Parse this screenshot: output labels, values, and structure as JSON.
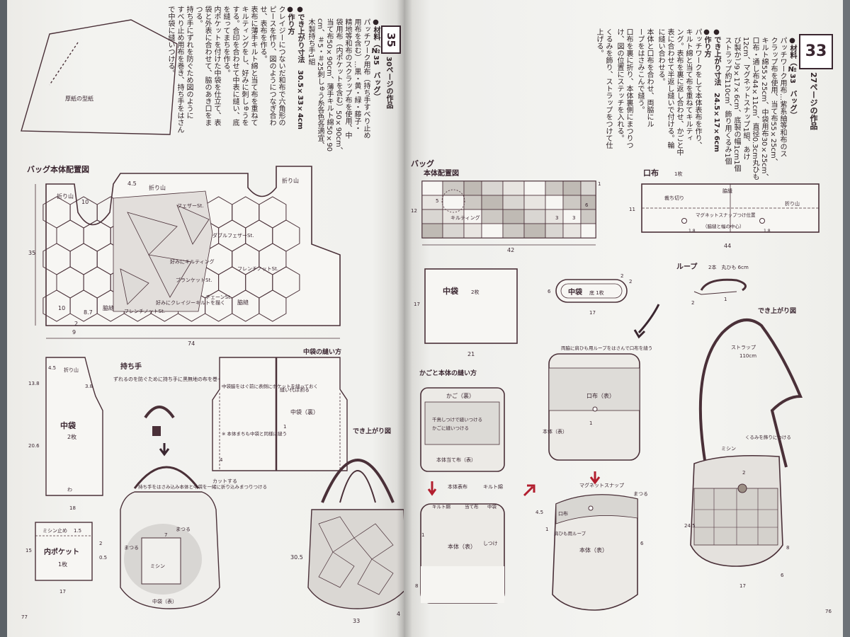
{
  "left_page": {
    "section_number": "35",
    "section_title": "30ページの作品",
    "page_number": "77",
    "text_columns": [
      "●材料（№35　バッグ）",
      "パッチワーク用布（持ち手すべり止め",
      "用布を含む）…黒・黄・緑・藤子・",
      "精地等和布のスクラップ布を使用、中",
      "袋用布（内ポケットを含む）50×90cm、",
      "当て布50×90cm、薄手キルト綿50×90",
      "cm、＃5・＃25刺しゅう糸各色各適宜、",
      "木製持ち手1組",
      "●でき上がり寸法　30.5×33×4cm",
      "●作り方",
      "クレイジーにつないだ和布で六角形の",
      "ピースを作り、図のようにつなぎ合わ",
      "せ、表布を作る。",
      "表布に薄手キルト綿と当て布を重ねて",
      "キルティングをし、好みに刺しゅうを",
      "する。合印を合わせて中表に縫い、底",
      "を縫ってまちを作る。",
      "内ポケットを付けた中袋を仕立て、表",
      "袋と外表に合わせて、脇のあき口をま",
      "つる。",
      "持ち手にずれを防ぐため図のように",
      "すべり止め用布を巻き、持ち手をはさん",
      "で中袋に縫いつける。"
    ],
    "top_pattern_label": "厚紙の型紙",
    "main_diagram": {
      "title": "バッグ本体配置図",
      "labels": [
        "折り山",
        "4.5",
        "10",
        "35",
        "74",
        "10",
        "8.7",
        "2",
        "9",
        "脇縫",
        "フェザーSt.",
        "ダブルフェザーSt.",
        "好みにキルティング",
        "フレンチノットSt.",
        "ブランケットSt.",
        "チェーンSt.",
        "好みにクレイジーキルトを描く",
        "フレンチノットSt."
      ]
    },
    "inner_bag": {
      "title": "中袋",
      "qty": "2枚",
      "dims": [
        "4.5",
        "13.8",
        "20.6",
        "18",
        "3.8",
        "折り山",
        "わ"
      ]
    },
    "pocket": {
      "title": "内ポケット",
      "qty": "1枚",
      "dims": [
        "ミシン止め",
        "1.5",
        "15",
        "17",
        "0.5",
        "2"
      ]
    },
    "handle": {
      "title": "持ち手",
      "note": "ずれるのを防ぐために持ち手に黒無地の布を巻く"
    },
    "inner_sewing": {
      "title": "中袋の縫い方",
      "notes": [
        "中袋脇をはぐ前に表側にポケットを縫っておく",
        "縫い代は割る",
        "中袋（裏）",
        "※ 本体まちも中袋と同様に縫う",
        "カットする",
        "4",
        "1"
      ]
    },
    "assembly_note": {
      "text": "持ち手をはさみ込み本体と中袋を一緒に折り込みまつりつける",
      "labels": [
        "まつる",
        "7",
        "ミシン",
        "中袋（表）",
        "まつる"
      ]
    },
    "finished": {
      "title": "でき上がり図",
      "dims": [
        "30.5",
        "33",
        "4"
      ]
    }
  },
  "right_page": {
    "section_number": "33",
    "section_title": "27ページの作品",
    "page_number": "76",
    "text_columns": [
      "●材料（№33　バッグ）",
      "パッチワーク用布…紫系紬等和布のス",
      "クラップ布を使用、当て布55×25cm、",
      "キルト綿55×25cm、中袋用布30×25cm、",
      "口布・通し布44×11cm、直径0.3cm丸ひも",
      "12cm、マグネットスナップ1組、あけ",
      "び製かご9×17×6cm、底製の幅1cm1個",
      "ストラップ約110cm、飾り用くるみ1個",
      "●でき上がり寸法　24.5×17×6cm",
      "●作り方",
      "パッチワークをして本体表布を作り、",
      "キルト綿と当て布を重ねてキルティ",
      "ング。表布を裏に返し合わせ、かごと中",
      "表に合わせて半返し縫いで付ける。輪",
      "に縫い合わせる。",
      "本体と口布を合わせ、両脇にル",
      "ープをはさみこんで縫う。",
      "口布を裏に折り、本体裏側にまつりつ",
      "け、図の位置にステッチを入れる。",
      "くるみを飾り、ストラップをつけて仕",
      "上げる。"
    ],
    "body_diagram": {
      "title": "バッグ",
      "subtitle": "本体配置図",
      "labels": [
        "12",
        "5",
        "キルティング",
        "6",
        "3",
        "3",
        "42",
        "1"
      ]
    },
    "mouth_cloth": {
      "title": "口布",
      "qty": "1枚",
      "labels": [
        "裁ち切り",
        "脇縫",
        "折り山",
        "マグネットスナップつけ位置",
        "（脇縫と幅の中心）",
        "1.8",
        "1.8",
        "11",
        "44"
      ]
    },
    "loop": {
      "title": "ループ",
      "spec": "2本　丸ひも 6cm",
      "labels": [
        "2",
        "1"
      ]
    },
    "inner_bag": {
      "title": "中袋",
      "qty": "2枚",
      "labels": [
        "17",
        "21"
      ]
    },
    "inner_bottom": {
      "title": "中袋",
      "subtitle": "底 1枚",
      "labels": [
        "6",
        "17",
        "2",
        "2"
      ]
    },
    "basket_sewing": {
      "title": "かごと本体の縫い方",
      "labels": [
        "かご（裏）",
        "千鳥しつけで縫いつける",
        "かごに縫いつける",
        "本体当て布（表）",
        "本体表布",
        "キルト綿",
        "キルト綿",
        "当て布",
        "中袋",
        "本体（表）",
        "しつけ",
        "1",
        "8"
      ]
    },
    "mouth_sewing": {
      "note": "両脇に肩ひも用ループをはさんで口布を縫う",
      "labels": [
        "口布（表）",
        "本体（表）",
        "1"
      ]
    },
    "magnet": {
      "labels": [
        "マグネットスナップ",
        "まつる",
        "口布",
        "肩ひも用ループ",
        "本体（表）",
        "4.5",
        "1",
        "6"
      ]
    },
    "finished": {
      "title": "でき上がり図",
      "labels": [
        "ストラップ",
        "110cm",
        "くるみを飾りにつける",
        "ミシン",
        "2",
        "24.5",
        "8",
        "17",
        "6"
      ]
    }
  }
}
